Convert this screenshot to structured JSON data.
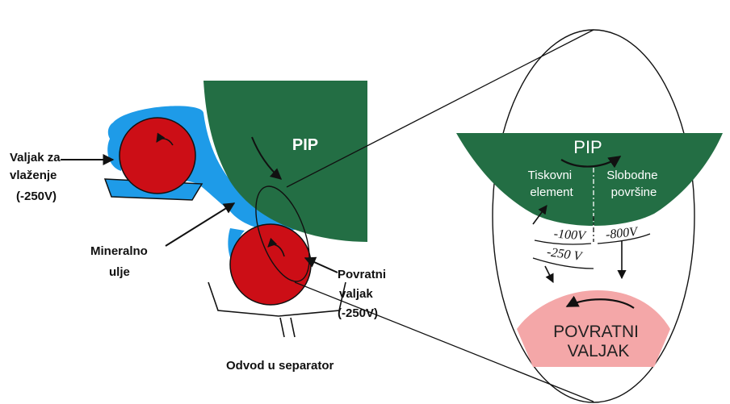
{
  "colors": {
    "green": "#236e44",
    "red": "#cc0e16",
    "blue": "#1e9be8",
    "pink": "#f4a7a8"
  },
  "left": {
    "pip_label": "PIP",
    "dampening_roller": [
      "Valjak za",
      "vlaženje",
      "(-250V)"
    ],
    "mineral_oil": [
      "Mineralno",
      "ulje"
    ],
    "return_roller": [
      "Povratni",
      "valjak",
      "(-250V)"
    ],
    "drain": "Odvod u separator"
  },
  "right": {
    "pip_label": "PIP",
    "print_element": [
      "Tiskovni",
      "element"
    ],
    "free_surfaces": [
      "Slobodne",
      "površine"
    ],
    "voltage_print": "-100V",
    "voltage_free": "-800V",
    "voltage_roller": "-250 V",
    "return_roller": [
      "POVRATNI",
      "VALJAK"
    ]
  }
}
